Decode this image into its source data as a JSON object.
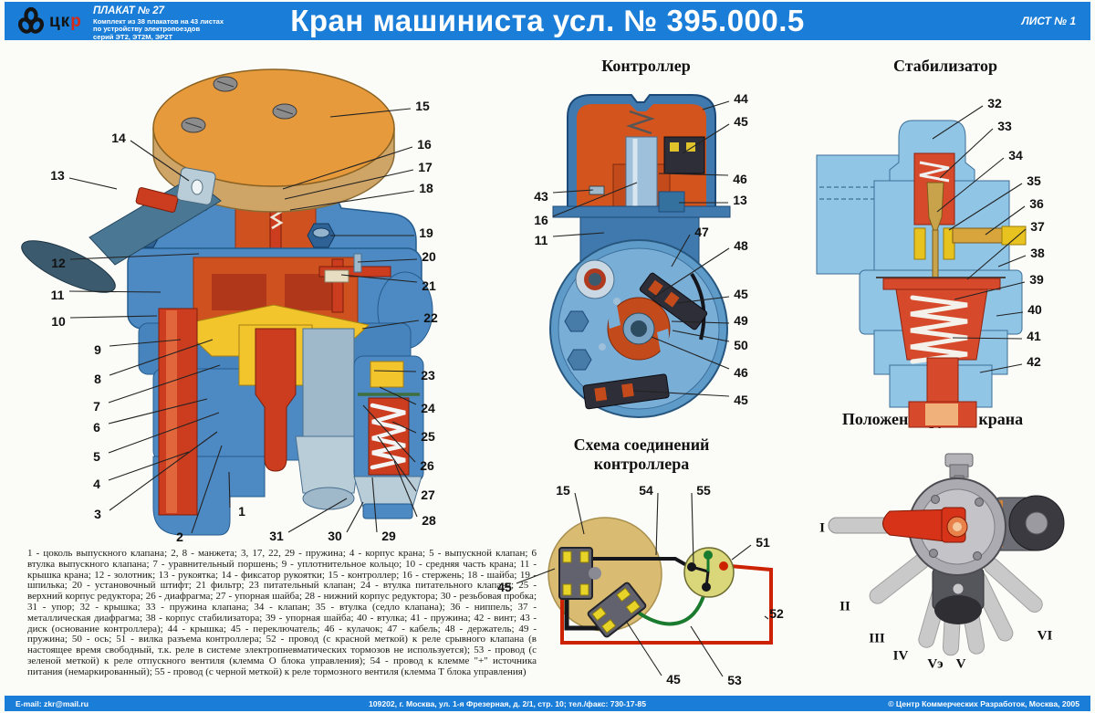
{
  "header": {
    "logo": {
      "mark": "trefoil",
      "text_black": "цк",
      "text_red": "р"
    },
    "poster_no": "ПЛАКАТ № 27",
    "series_lines": [
      "Комплект из 38 плакатов на 43 листах",
      "по устройству электропоездов",
      "серий ЭТ2, ЭТ2М, ЭР2Т"
    ],
    "title": "Кран машиниста усл. № 395.000.5",
    "sheet": "ЛИСТ № 1"
  },
  "section_titles": {
    "controller": "Контроллер",
    "stabilizer": "Стабилизатор",
    "wiring_line1": "Схема соединений",
    "wiring_line2": "контроллера",
    "handle": "Положение ручки крана"
  },
  "callouts": {
    "main": [
      "14",
      "13",
      "12",
      "11",
      "10",
      "9",
      "8",
      "7",
      "6",
      "5",
      "4",
      "3",
      "2",
      "1",
      "15",
      "16",
      "17",
      "18",
      "19",
      "20",
      "21",
      "22",
      "23",
      "24",
      "25",
      "26",
      "27",
      "28",
      "29",
      "30",
      "31"
    ],
    "controller": [
      "44",
      "45",
      "46",
      "13",
      "43",
      "16",
      "11",
      "47",
      "48",
      "45",
      "49",
      "50",
      "46",
      "45"
    ],
    "stabilizer": [
      "32",
      "33",
      "34",
      "35",
      "36",
      "37",
      "38",
      "39",
      "40",
      "41",
      "42"
    ],
    "wiring": [
      "15",
      "54",
      "55",
      "51",
      "52",
      "45",
      "45",
      "53"
    ],
    "handle_positions": [
      "I",
      "II",
      "III",
      "IV",
      "Vэ",
      "V",
      "VI"
    ]
  },
  "legend": {
    "text": "1 - цоколь выпускного клапана; 2, 8 - манжета; 3, 17, 22, 29 - пружина; 4 - корпус крана; 5 - выпускной клапан; 6  втулка выпускного клапана; 7 - уравнительный поршень; 9 - уплотнительное кольцо; 10 - средняя часть крана; 11 - крышка крана; 12 - золотник; 13 - рукоятка; 14 - фиксатор рукоятки; 15 - контроллер; 16 - стержень; 18 - шайба; 19 - шпилька; 20 - установочный штифт; 21  фильтр; 23  питательный клапан; 24 - втулка питательного клапана; 25 - верхний корпус редуктора; 26 - диафрагма; 27 - упорная шайба; 28 - нижний корпус редуктора; 30 - резьбовая пробка; 31 - упор; 32 - крышка; 33 - пружина клапана; 34 - клапан; 35 - втулка (седло клапана); 36 - ниппель; 37 - металлическая диафрагма; 38 - корпус стабилизатора; 39 - упорная шайба; 40 - втулка; 41 - пружина; 42 - винт; 43 - диск (основание контроллера); 44 - крышка; 45 - переключатель; 46 - кулачок; 47 - кабель; 48 - держатель; 49 - пружина; 50 - ось; 51 - вилка разъема контроллера; 52 - провод (с красной меткой) к реле срывного клапана (в настоящее время свободный, т.к. реле в системе электропневматических тормозов не используется); 53 - провод (с зеленой меткой) к реле отпускного вентиля (клемма О блока управления); 54 - провод к клемме \"+\" источника питания (немаркированный); 55 - провод (с черной меткой) к реле тормозного вентиля (клемма Т блока управления)"
  },
  "footer": {
    "email": "E-mail: zkr@mail.ru",
    "address": "109202, г. Москва, ул. 1-я Фрезерная, д. 2/1, стр. 10; тел./факс: 730-17-85",
    "copyright": "© Центр Коммерческих Разработок, Москва, 2005"
  },
  "colors": {
    "header_blue": "#1a7dd7",
    "body_blue": "#4d89c2",
    "internal_red": "#cc3c1e",
    "slide_yellow": "#f2c52c",
    "disc_orange": "#e69a3c",
    "stabilizer_blue": "#90c5e6",
    "wire_red": "#cc2200",
    "wire_green": "#1a7a2e",
    "wire_black": "#15151c"
  }
}
